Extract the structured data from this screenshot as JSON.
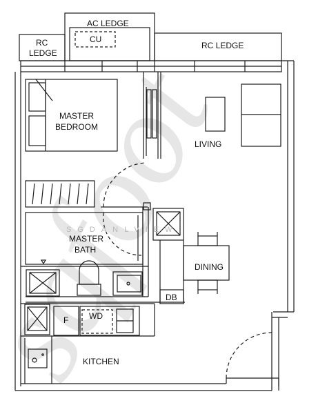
{
  "plan": {
    "labels": {
      "ac_ledge": "AC LEDGE",
      "cu": "CU",
      "rc_ledge_left_1": "RC",
      "rc_ledge_left_2": "LEDGE",
      "rc_ledge_right": "RC LEDGE",
      "master_bedroom_1": "MASTER",
      "master_bedroom_2": "BEDROOM",
      "living": "LIVING",
      "master_bath_1": "MASTER",
      "master_bath_2": "BATH",
      "dining": "DINING",
      "db": "DB",
      "f": "F",
      "wd": "WD",
      "kitchen": "KITCHEN"
    },
    "watermark_text": "SGDANLVIEW",
    "watermark_glyph": "sqfoot",
    "colors": {
      "line": "#1a1a1a",
      "watermark_glyph": "#e6e6e6",
      "watermark_text": "#b8b8b8"
    }
  }
}
